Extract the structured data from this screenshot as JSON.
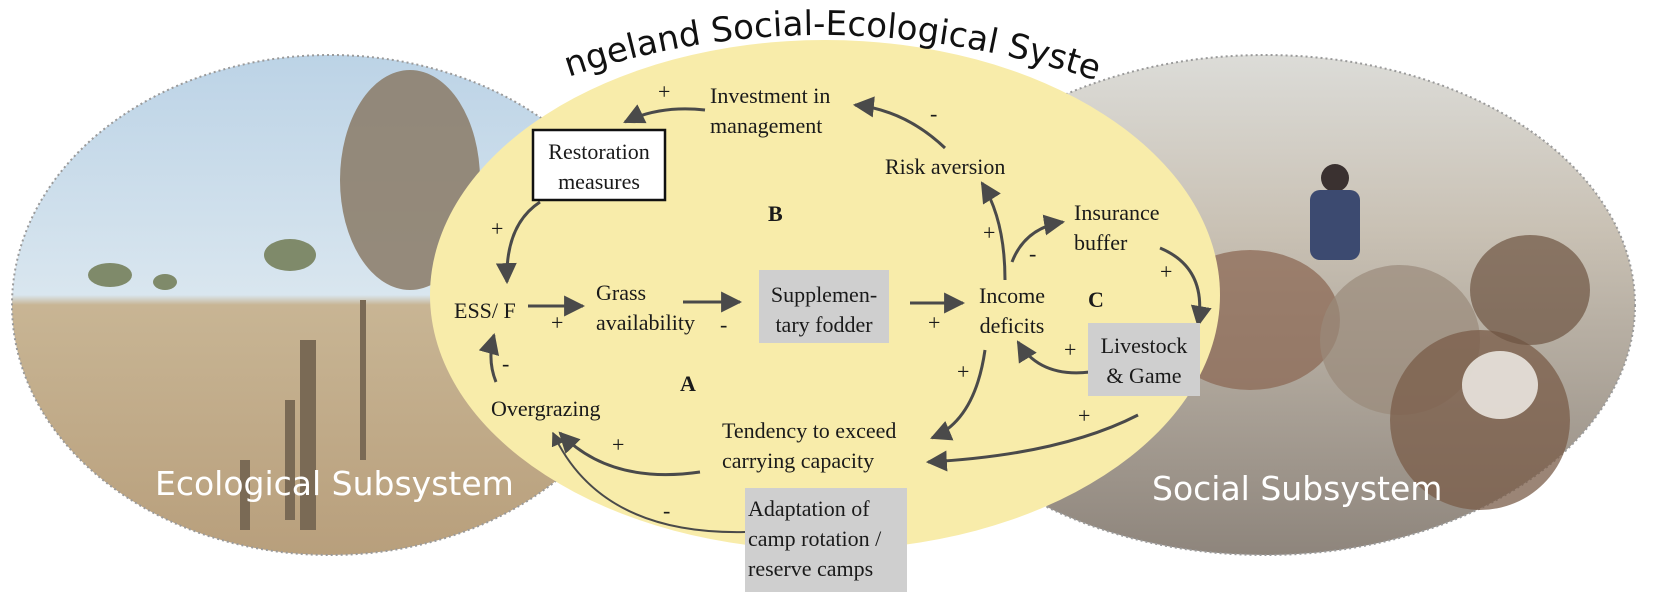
{
  "title": "Rangeland Social-Ecological System",
  "subsystems": {
    "ecological": "Ecological Subsystem",
    "social": "Social Subsystem"
  },
  "loops": {
    "a": "A",
    "b": "B",
    "c": "C"
  },
  "nodes": {
    "investment": [
      "Investment in",
      "management"
    ],
    "restoration": [
      "Restoration",
      "measures"
    ],
    "risk_aversion": [
      "Risk aversion"
    ],
    "insurance_buffer": [
      "Insurance",
      "buffer"
    ],
    "ess_f": [
      "ESS/ F"
    ],
    "grass_availability": [
      "Grass",
      "availability"
    ],
    "supplementary_fodder": [
      "Supplemen-",
      "tary fodder"
    ],
    "income_deficits": [
      "Income",
      "deficits"
    ],
    "livestock_game": [
      "Livestock",
      "& Game"
    ],
    "overgrazing": [
      "Overgrazing"
    ],
    "tendency": [
      "Tendency to exceed",
      "carrying capacity"
    ],
    "adaptation": [
      "Adaptation of",
      "camp rotation /",
      "reserve camps"
    ]
  },
  "signs": {
    "investment_to_restoration": "+",
    "risk_to_investment": "-",
    "restoration_to_ess": "+",
    "ess_to_grass": "+",
    "grass_to_fodder": "-",
    "fodder_to_income": "+",
    "income_to_risk": "+",
    "income_to_insurance": "-",
    "insurance_to_livestock": "+",
    "livestock_to_income": "+",
    "income_to_tendency": "+",
    "livestock_to_tendency": "+",
    "overgrazing_to_ess": "-",
    "tendency_to_overgrazing": "+",
    "adaptation_to_overgrazing": "-"
  },
  "colors": {
    "central_ellipse": "#f8ecaa",
    "shaded_box": "#cfcfcf",
    "arrow": "#4a4a4a",
    "ecological_sky": "#c9dcea",
    "ecological_ground": "#cbb596",
    "social_bg": "#a89f95"
  }
}
